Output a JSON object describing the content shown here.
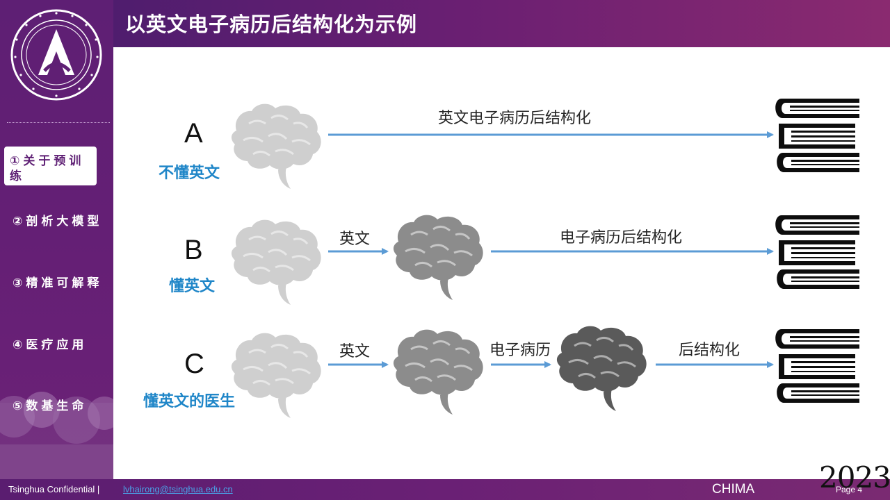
{
  "header": {
    "title": "以英文电子病历后结构化为示例"
  },
  "sidebar": {
    "items": [
      {
        "label": "①关于预训练",
        "active": true
      },
      {
        "label": "②剖析大模型",
        "active": false
      },
      {
        "label": "③精准可解释",
        "active": false
      },
      {
        "label": "④医疗应用",
        "active": false
      },
      {
        "label": "⑤数基生命",
        "active": false
      }
    ]
  },
  "rows": [
    {
      "letter": "A",
      "subtitle": "不懂英文",
      "labels": [
        "英文电子病历后结构化"
      ]
    },
    {
      "letter": "B",
      "subtitle": "懂英文",
      "labels": [
        "英文",
        "电子病历后结构化"
      ]
    },
    {
      "letter": "C",
      "subtitle": "懂英文的医生",
      "labels": [
        "英文",
        "电子病历",
        "后结构化"
      ]
    }
  ],
  "footer": {
    "confidential": "Tsinghua Confidential |",
    "email": "lvhairong@tsinghua.edu.cn",
    "org": "CHIMA",
    "page": "Page 4",
    "year": "2023"
  },
  "colors": {
    "purple": "#5e1f74",
    "arrow_blue": "#5b9bd5",
    "subtitle_blue": "#1f86c8",
    "brain_light": "#cfcfcf",
    "brain_mid": "#8c8c8c",
    "brain_dark": "#5a5a5a"
  },
  "icons": [
    "university-seal-logo",
    "brain-icon",
    "books-stack-icon"
  ]
}
